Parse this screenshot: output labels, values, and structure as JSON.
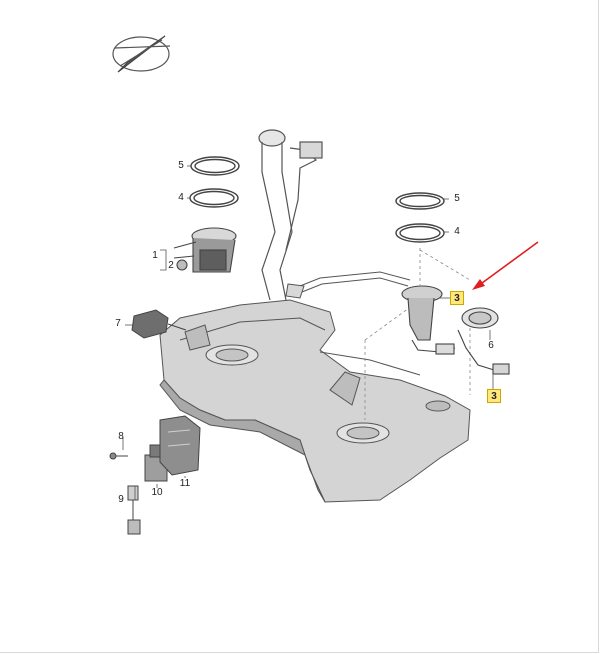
{
  "colors": {
    "line": "#4a4a4a",
    "tank_fill": "#d4d4d4",
    "tank_shade": "#a9a9a9",
    "highlight": "#ffe77a",
    "arrow": "#e02020"
  },
  "logo": {
    "icon": "pen-nib-logo-icon"
  },
  "callouts": {
    "c5a": "5",
    "c4a": "4",
    "c1": "1",
    "c2": "2",
    "c7": "7",
    "c5b": "5",
    "c4b": "4",
    "c3a": "3",
    "c6": "6",
    "c3b": "3",
    "c8": "8",
    "c9": "9",
    "c10": "10",
    "c11": "11"
  }
}
